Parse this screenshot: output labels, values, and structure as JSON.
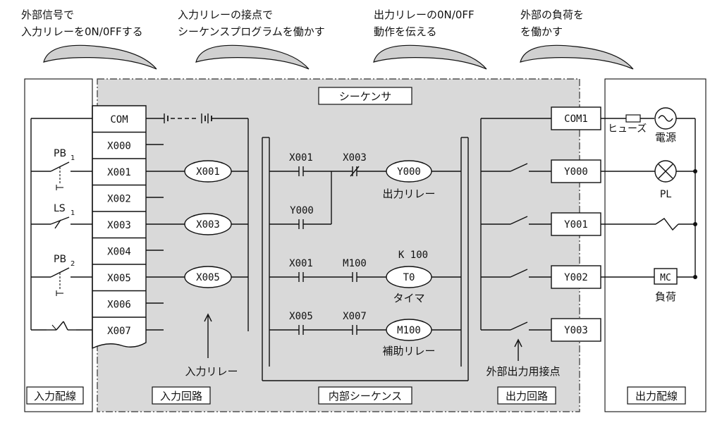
{
  "header": {
    "step1": [
      "外部信号で",
      "入力リレーを0N/0FFする"
    ],
    "step2": [
      "入力リレーの接点で",
      "シーケンスプログラムを働かす"
    ],
    "step3": [
      "出力リレーの0N/0FF",
      "動作を伝える"
    ],
    "step4": [
      "外部の負荷を",
      "を働かす"
    ]
  },
  "sequencer_title": "シーケンサ",
  "input_terminals": [
    "COM",
    "X000",
    "X001",
    "X002",
    "X003",
    "X004",
    "X005",
    "X006",
    "X007"
  ],
  "input_devices": {
    "pb1": "PB",
    "pb1_sub": "1",
    "ls1": "LS",
    "ls1_sub": "1",
    "pb2": "PB",
    "pb2_sub": "2"
  },
  "input_relays": [
    "X001",
    "X003",
    "X005"
  ],
  "ladder": {
    "rung1": {
      "c1": "X001",
      "c2": "X003",
      "coil": "Y000",
      "caption": "出力リレー"
    },
    "rung1_branch": "Y000",
    "rung2": {
      "c1": "X001",
      "c2": "M100",
      "coil": "T0",
      "k_label": "K   100",
      "caption": "タイマ"
    },
    "rung3": {
      "c1": "X005",
      "c2": "X007",
      "coil": "M100",
      "caption": "補助リレー"
    }
  },
  "output_terminals": [
    "COM1",
    "Y000",
    "Y001",
    "Y002",
    "Y003"
  ],
  "output_devices": {
    "fuse": "ヒューズ",
    "power": "電源",
    "lamp": "PL",
    "mc": "MC",
    "load": "負荷"
  },
  "annotations": {
    "input_relay": "入力リレー",
    "external_contact": "外部出力用接点"
  },
  "section_labels": {
    "input_wiring": "入力配線",
    "input_circuit": "入力回路",
    "internal_sequence": "内部シーケンス",
    "output_circuit": "出力回路",
    "output_wiring": "出力配線"
  }
}
